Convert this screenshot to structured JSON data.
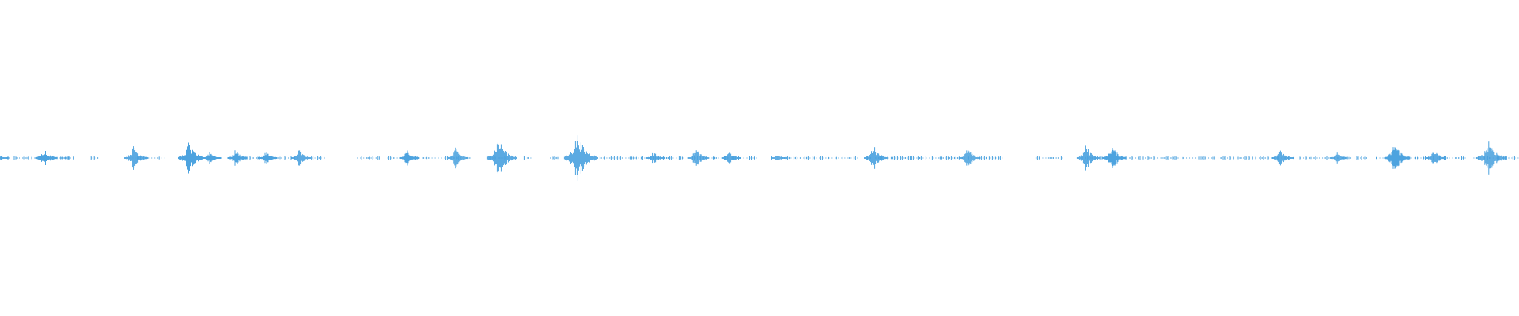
{
  "waveform": {
    "color": "#4da3df",
    "bursts": [
      {
        "t": 0.0005,
        "amp": 0.015
      },
      {
        "t": 0.029,
        "amp": 0.07
      },
      {
        "t": 0.088,
        "amp": 0.09
      },
      {
        "t": 0.124,
        "amp": 0.11
      },
      {
        "t": 0.138,
        "amp": 0.05
      },
      {
        "t": 0.155,
        "amp": 0.06
      },
      {
        "t": 0.175,
        "amp": 0.05
      },
      {
        "t": 0.197,
        "amp": 0.06
      },
      {
        "t": 0.268,
        "amp": 0.06
      },
      {
        "t": 0.3,
        "amp": 0.07
      },
      {
        "t": 0.328,
        "amp": 0.14
      },
      {
        "t": 0.38,
        "amp": 0.17
      },
      {
        "t": 0.43,
        "amp": 0.05
      },
      {
        "t": 0.458,
        "amp": 0.07
      },
      {
        "t": 0.48,
        "amp": 0.05
      },
      {
        "t": 0.512,
        "amp": 0.03
      },
      {
        "t": 0.575,
        "amp": 0.09
      },
      {
        "t": 0.637,
        "amp": 0.07
      },
      {
        "t": 0.715,
        "amp": 0.09
      },
      {
        "t": 0.732,
        "amp": 0.09
      },
      {
        "t": 0.843,
        "amp": 0.07
      },
      {
        "t": 0.88,
        "amp": 0.04
      },
      {
        "t": 0.918,
        "amp": 0.11
      },
      {
        "t": 0.944,
        "amp": 0.06
      },
      {
        "t": 0.98,
        "amp": 0.13
      }
    ],
    "segments": [
      [
        0.0,
        0.05
      ],
      [
        0.04,
        0.05
      ],
      [
        0.06,
        0.065
      ],
      [
        0.085,
        0.108
      ],
      [
        0.118,
        0.14
      ],
      [
        0.15,
        0.2
      ],
      [
        0.205,
        0.215
      ],
      [
        0.235,
        0.25
      ],
      [
        0.255,
        0.31
      ],
      [
        0.322,
        0.335
      ],
      [
        0.345,
        0.35
      ],
      [
        0.362,
        0.368
      ],
      [
        0.395,
        0.45
      ],
      [
        0.456,
        0.5
      ],
      [
        0.508,
        0.565
      ],
      [
        0.57,
        0.64
      ],
      [
        0.645,
        0.66
      ],
      [
        0.682,
        0.7
      ],
      [
        0.712,
        0.9
      ],
      [
        0.906,
        0.965
      ],
      [
        0.97,
        1.0
      ]
    ]
  }
}
